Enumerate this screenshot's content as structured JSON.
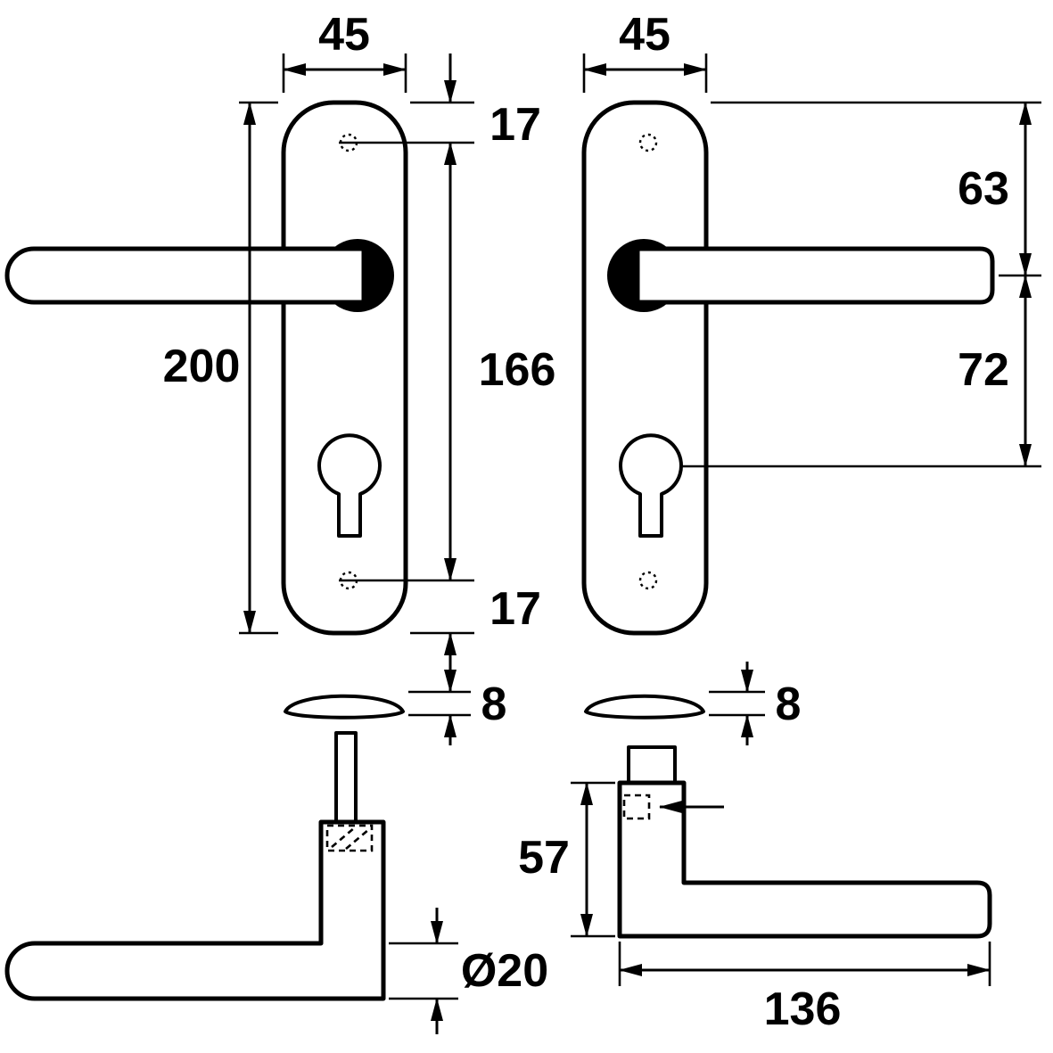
{
  "colors": {
    "line": "#000000",
    "background": "#ffffff"
  },
  "views": {
    "front_left": {
      "dims": {
        "plate_width": "45",
        "top_screw_offset": "17",
        "plate_height": "200",
        "screw_spacing": "166",
        "bottom_screw_offset": "17",
        "rose_height": "8"
      }
    },
    "front_right": {
      "dims": {
        "plate_width": "45",
        "handle_center_offset": "63",
        "cylinder_center_offset": "72",
        "rose_height": "8"
      }
    },
    "side_left": {
      "dims": {
        "grip_diameter": "Ø20"
      }
    },
    "side_right": {
      "dims": {
        "height": "57",
        "length": "136"
      }
    }
  }
}
